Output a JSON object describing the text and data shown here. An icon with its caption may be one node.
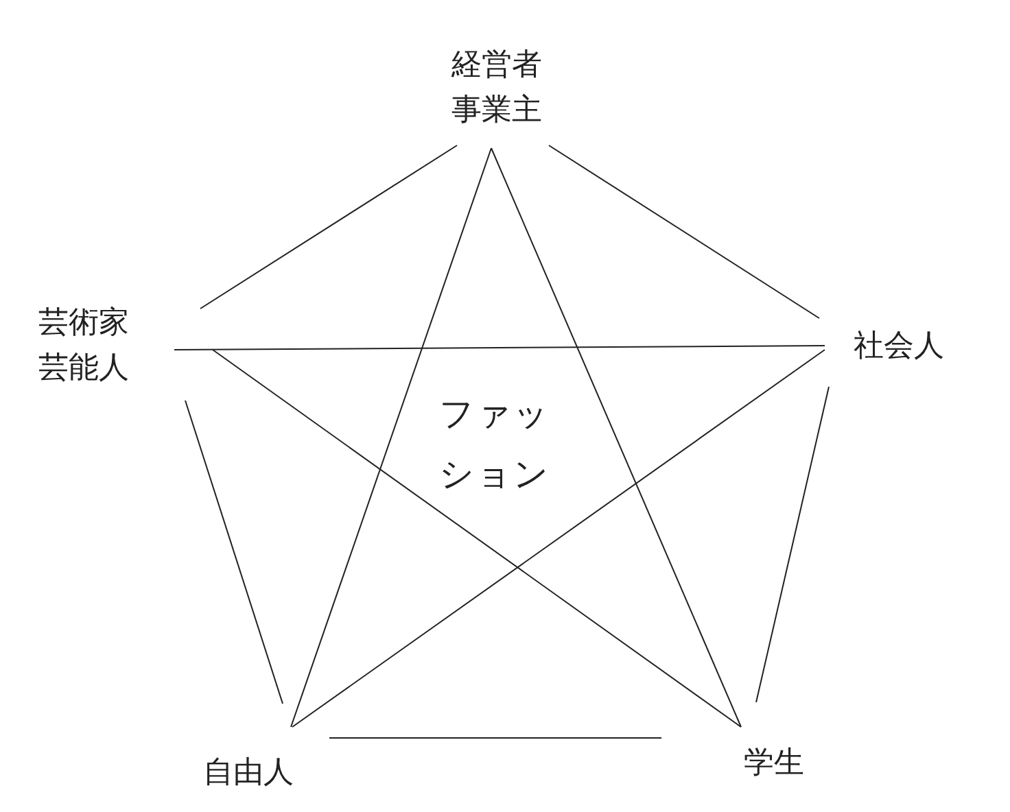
{
  "diagram": {
    "nodes": [
      {
        "text": [
          "経営者事業主"
        ]
      },
      {
        "text": [
          "芸術家芸能人"
        ]
      },
      {
        "text": [
          "社会人"
        ]
      },
      {
        "text": [
          "自由人"
        ]
      },
      {
        "text": [
          "学生"
        ]
      }
    ],
    "edges": [
      {
        "from": 0,
        "to": 1,
        "arrow": "none"
      },
      {
        "from": 0,
        "to": 2,
        "arrow": "none"
      },
      {
        "from": 2,
        "to": 4,
        "arrow": "none"
      },
      {
        "from": 4,
        "to": 3,
        "arrow": "none"
      },
      {
        "from": 3,
        "to": 1,
        "arrow": "none"
      },
      {
        "from": 0,
        "to": 3,
        "arrow": "none"
      },
      {
        "from": 0,
        "to": 4,
        "arrow": "none"
      },
      {
        "from": 1,
        "to": 2,
        "arrow": "none"
      },
      {
        "from": 1,
        "to": 4,
        "arrow": "none"
      },
      {
        "from": 2,
        "to": 3,
        "arrow": "none"
      }
    ],
    "labels": [
      "ファッション"
    ]
  }
}
